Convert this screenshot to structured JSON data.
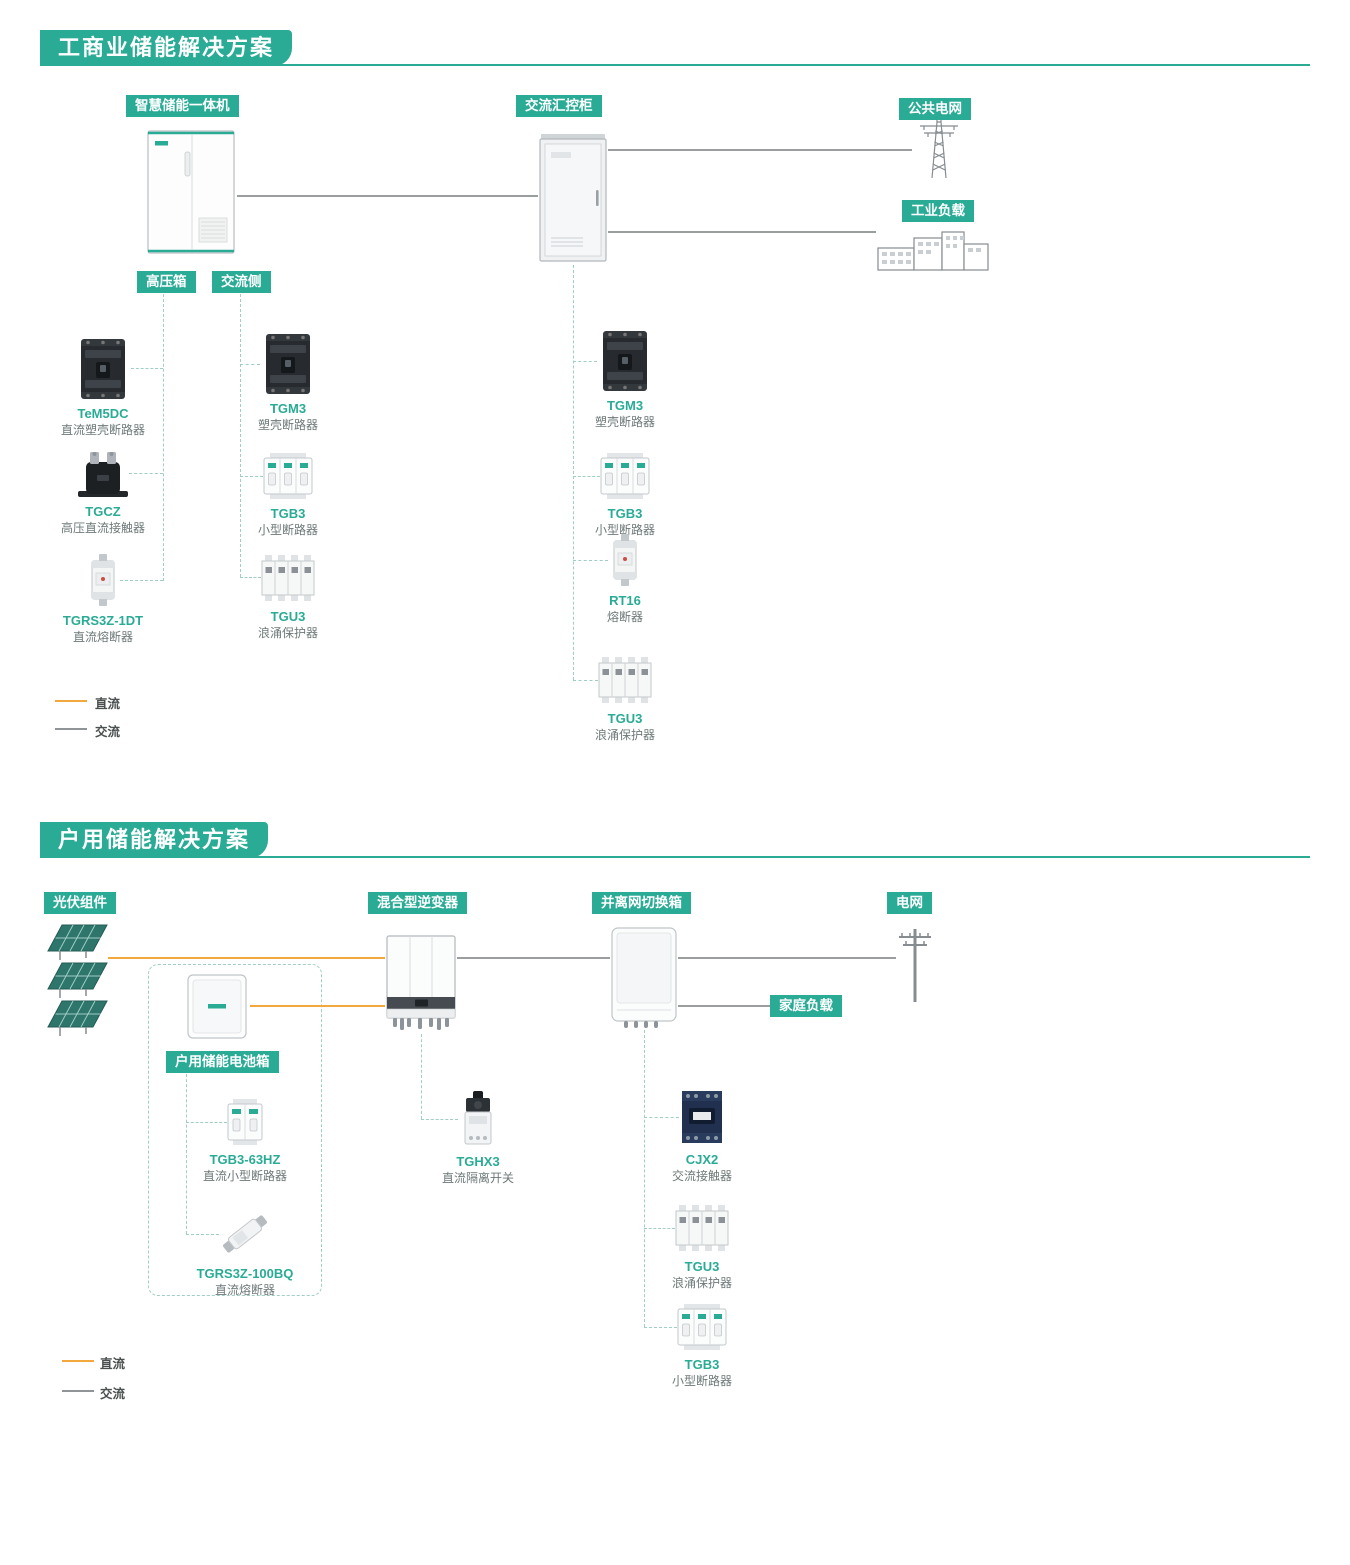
{
  "colors": {
    "teal": "#2aab96",
    "dc": "#f3a83d",
    "ac": "#9b9e9f",
    "dash": "#9fcfc4"
  },
  "s1": {
    "title": "工商业储能解决方案",
    "labels": {
      "machine": "智慧储能一体机",
      "cabinet": "交流汇控柜",
      "grid": "公共电网",
      "load": "工业负载",
      "hv_box": "高压箱",
      "ac_side": "交流侧"
    },
    "products": [
      {
        "name": "TeM5DC",
        "desc": "直流塑壳断路器",
        "icon": "mccb-icon"
      },
      {
        "name": "TGCZ",
        "desc": "高压直流接触器",
        "icon": "dc-contactor-icon"
      },
      {
        "name": "TGRS3Z-1DT",
        "desc": "直流熔断器",
        "icon": "fuse-icon"
      },
      {
        "name": "TGM3",
        "desc": "塑壳断路器",
        "icon": "mccb-icon"
      },
      {
        "name": "TGB3",
        "desc": "小型断路器",
        "icon": "mcb-icon"
      },
      {
        "name": "TGU3",
        "desc": "浪涌保护器",
        "icon": "spd-icon"
      },
      {
        "name": "TGM3",
        "desc": "塑壳断路器",
        "icon": "mccb-icon"
      },
      {
        "name": "TGB3",
        "desc": "小型断路器",
        "icon": "mcb-icon"
      },
      {
        "name": "RT16",
        "desc": "熔断器",
        "icon": "fuse-icon"
      },
      {
        "name": "TGU3",
        "desc": "浪涌保护器",
        "icon": "spd-icon"
      }
    ],
    "legend": {
      "dc": "直流",
      "ac": "交流"
    }
  },
  "s2": {
    "title": "户用储能解决方案",
    "labels": {
      "pv": "光伏组件",
      "inverter": "混合型逆变器",
      "switchbox": "并离网切换箱",
      "grid": "电网",
      "home_load": "家庭负载",
      "battery_box": "户用储能电池箱"
    },
    "products": [
      {
        "name": "TGB3-63HZ",
        "desc": "直流小型断路器",
        "icon": "mcb-icon"
      },
      {
        "name": "TGRS3Z-100BQ",
        "desc": "直流熔断器",
        "icon": "fuse-diagonal-icon"
      },
      {
        "name": "TGHX3",
        "desc": "直流隔离开关",
        "icon": "isolator-switch-icon"
      },
      {
        "name": "CJX2",
        "desc": "交流接触器",
        "icon": "ac-contactor-icon"
      },
      {
        "name": "TGU3",
        "desc": "浪涌保护器",
        "icon": "spd-icon"
      },
      {
        "name": "TGB3",
        "desc": "小型断路器",
        "icon": "mcb-icon"
      }
    ],
    "legend": {
      "dc": "直流",
      "ac": "交流"
    }
  }
}
